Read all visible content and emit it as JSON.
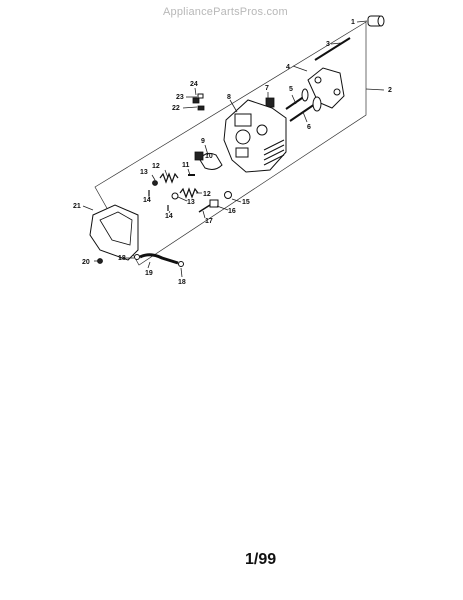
{
  "watermark": "AppliancePartsPros.com",
  "page_number": "1/99",
  "callouts": {
    "c1": "1",
    "c2": "2",
    "c3": "3",
    "c4": "4",
    "c5": "5",
    "c6": "6",
    "c7": "7",
    "c8": "8",
    "c9": "9",
    "c10": "10",
    "c11": "11",
    "c12a": "12",
    "c12b": "12",
    "c13a": "13",
    "c13b": "13",
    "c14a": "14",
    "c14b": "14",
    "c15": "15",
    "c16": "16",
    "c17": "17",
    "c18a": "18",
    "c18b": "18",
    "c19": "19",
    "c20": "20",
    "c21": "21",
    "c22": "22",
    "c23": "23",
    "c24": "24"
  }
}
